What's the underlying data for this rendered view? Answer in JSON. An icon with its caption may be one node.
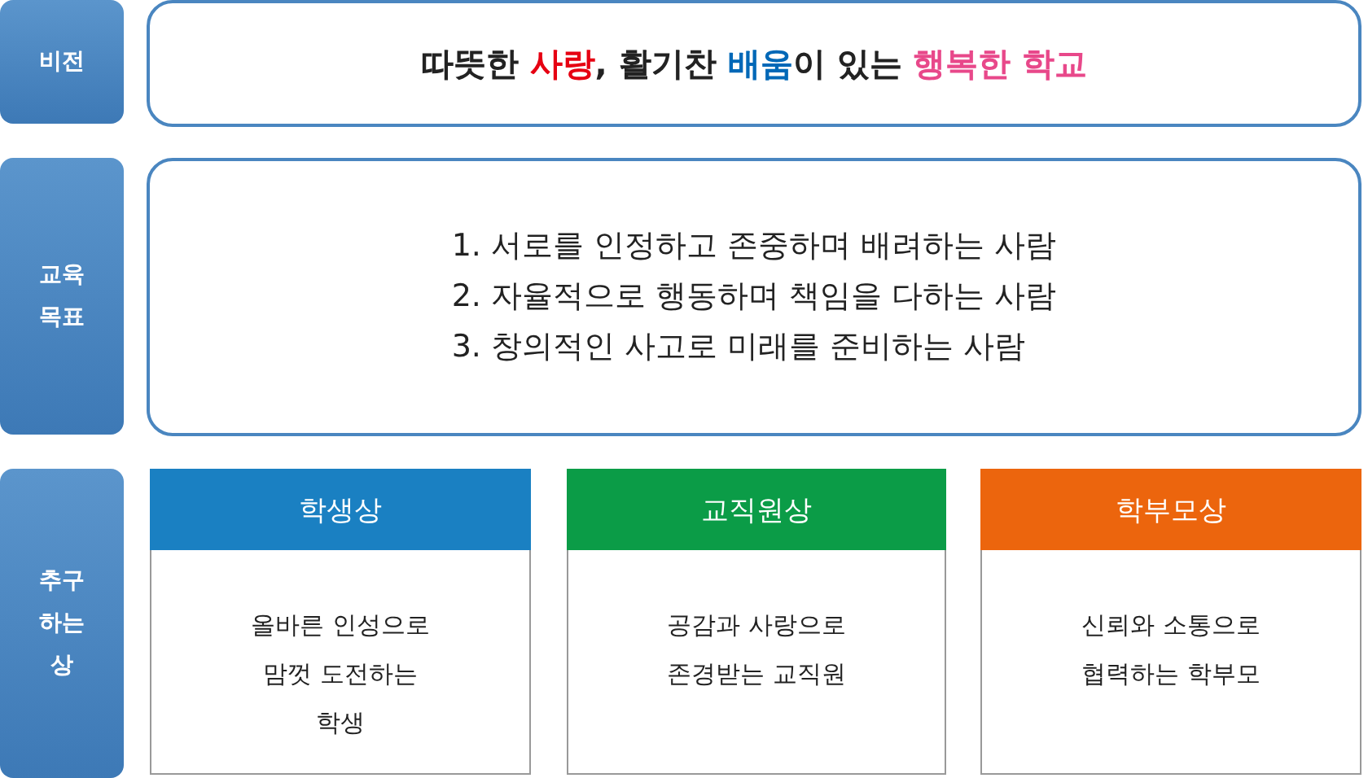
{
  "diagram": {
    "nodes": [
      {
        "text": [
          "비전"
        ]
      },
      {
        "text": [
          "따뜻한 **사랑**, 활기찬 **배움**이 있는 **행복한 학교**"
        ]
      },
      {
        "text": [
          "교육 목표"
        ]
      },
      {
        "text": [
          "1. 서로를 인정하고 존중하며 배려하는 사람",
          "2. 자율적으로 행동하며 책임을 다하는 사람",
          "3. 창의적인 사고로 미래를 준비하는 사람"
        ]
      },
      {
        "text": [
          "추구 하는 상"
        ]
      },
      {
        "text": [
          "학생상",
          "올바른 인성으로 맘껏 도전하는 학생"
        ]
      },
      {
        "text": [
          "교직원상",
          "공감과 사랑으로 존경받는 교직원"
        ]
      },
      {
        "text": [
          "학부모상",
          "신뢰와 소통으로 협력하는 학부모"
        ]
      }
    ]
  }
}
